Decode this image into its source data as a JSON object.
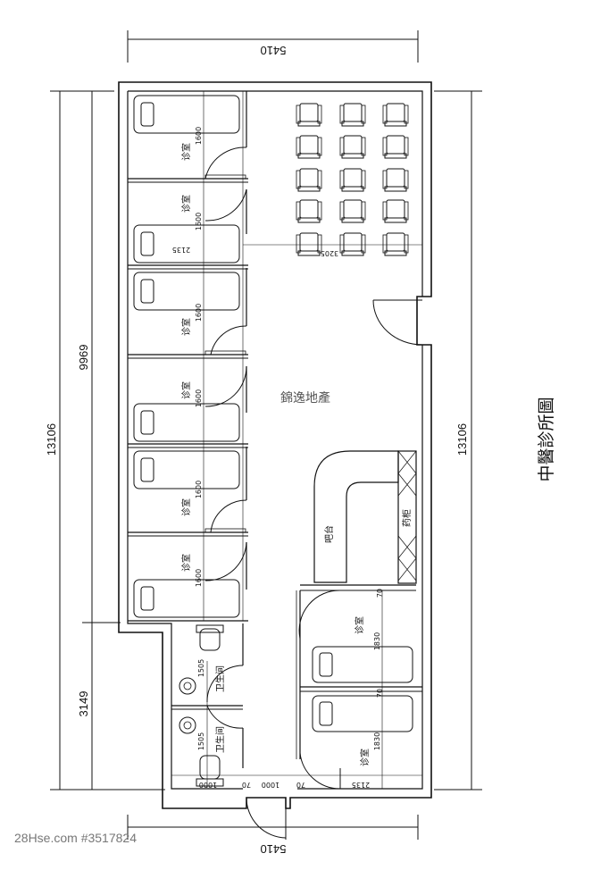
{
  "title": "中醫診所圖",
  "watermark": "錦逸地產",
  "footer": "28Hse.com #3517824",
  "dimensions": {
    "top_width": "5410",
    "bottom_width": "5410",
    "left_total": "13106",
    "right_total": "13106",
    "left_upper": "9969",
    "left_lower": "3149",
    "room_1600": "1600",
    "room_1830": "1830",
    "wc_1505": "1505",
    "corridor_2135": "2135",
    "corridor_3205": "3205",
    "door_1000": "1000",
    "door_70": "70",
    "wc_1000": "1000"
  },
  "labels": {
    "consult_room": "诊室",
    "toilet": "卫生间",
    "counter": "吧台",
    "medicine_cabinet": "药柜"
  }
}
